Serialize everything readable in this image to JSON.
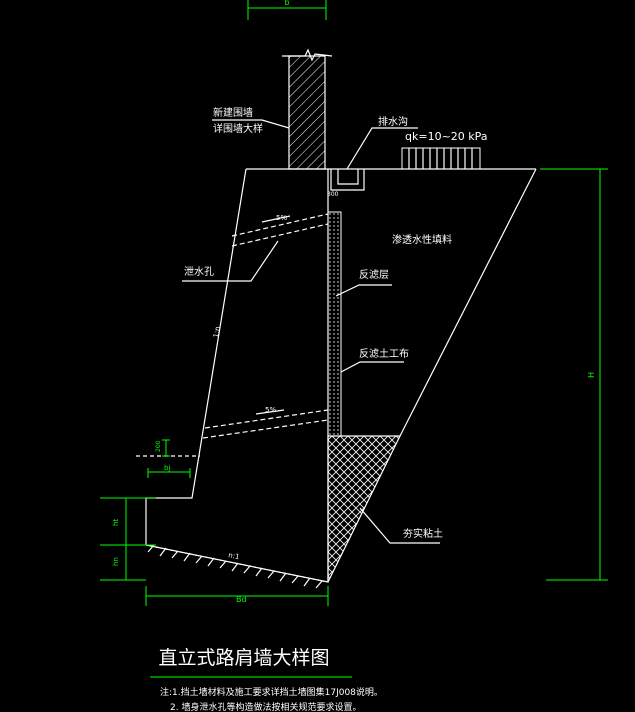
{
  "colors": {
    "background": "#000000",
    "line": "#ffffff",
    "dimension": "#00ff00"
  },
  "labels": {
    "dim_top": "b",
    "parapet_1": "新建围墙",
    "parapet_2": "详围墙大样",
    "drain": "排水沟",
    "load": "qk=10~20 kPa",
    "fill": "渗透水性填料",
    "weep": "泄水孔",
    "filter_layer": "反滤层",
    "geotextile": "反滤土工布",
    "compacted": "夯实粘土",
    "slope_upper": "5%",
    "slope_lower": "5%",
    "batter": "1:n",
    "base_slope": "n:1",
    "small_dim": "300",
    "toe_dim": "200",
    "bj": "bj",
    "ht": "ht",
    "hn": "hn",
    "height": "H",
    "bottom_width": "Bd",
    "title": "直立式路肩墙大样图",
    "note_1": "注:1.挡土墙材料及施工要求详挡土墙图集17J008说明。",
    "note_2": "2. 墙身泄水孔等构造做法按相关规范要求设置。"
  }
}
